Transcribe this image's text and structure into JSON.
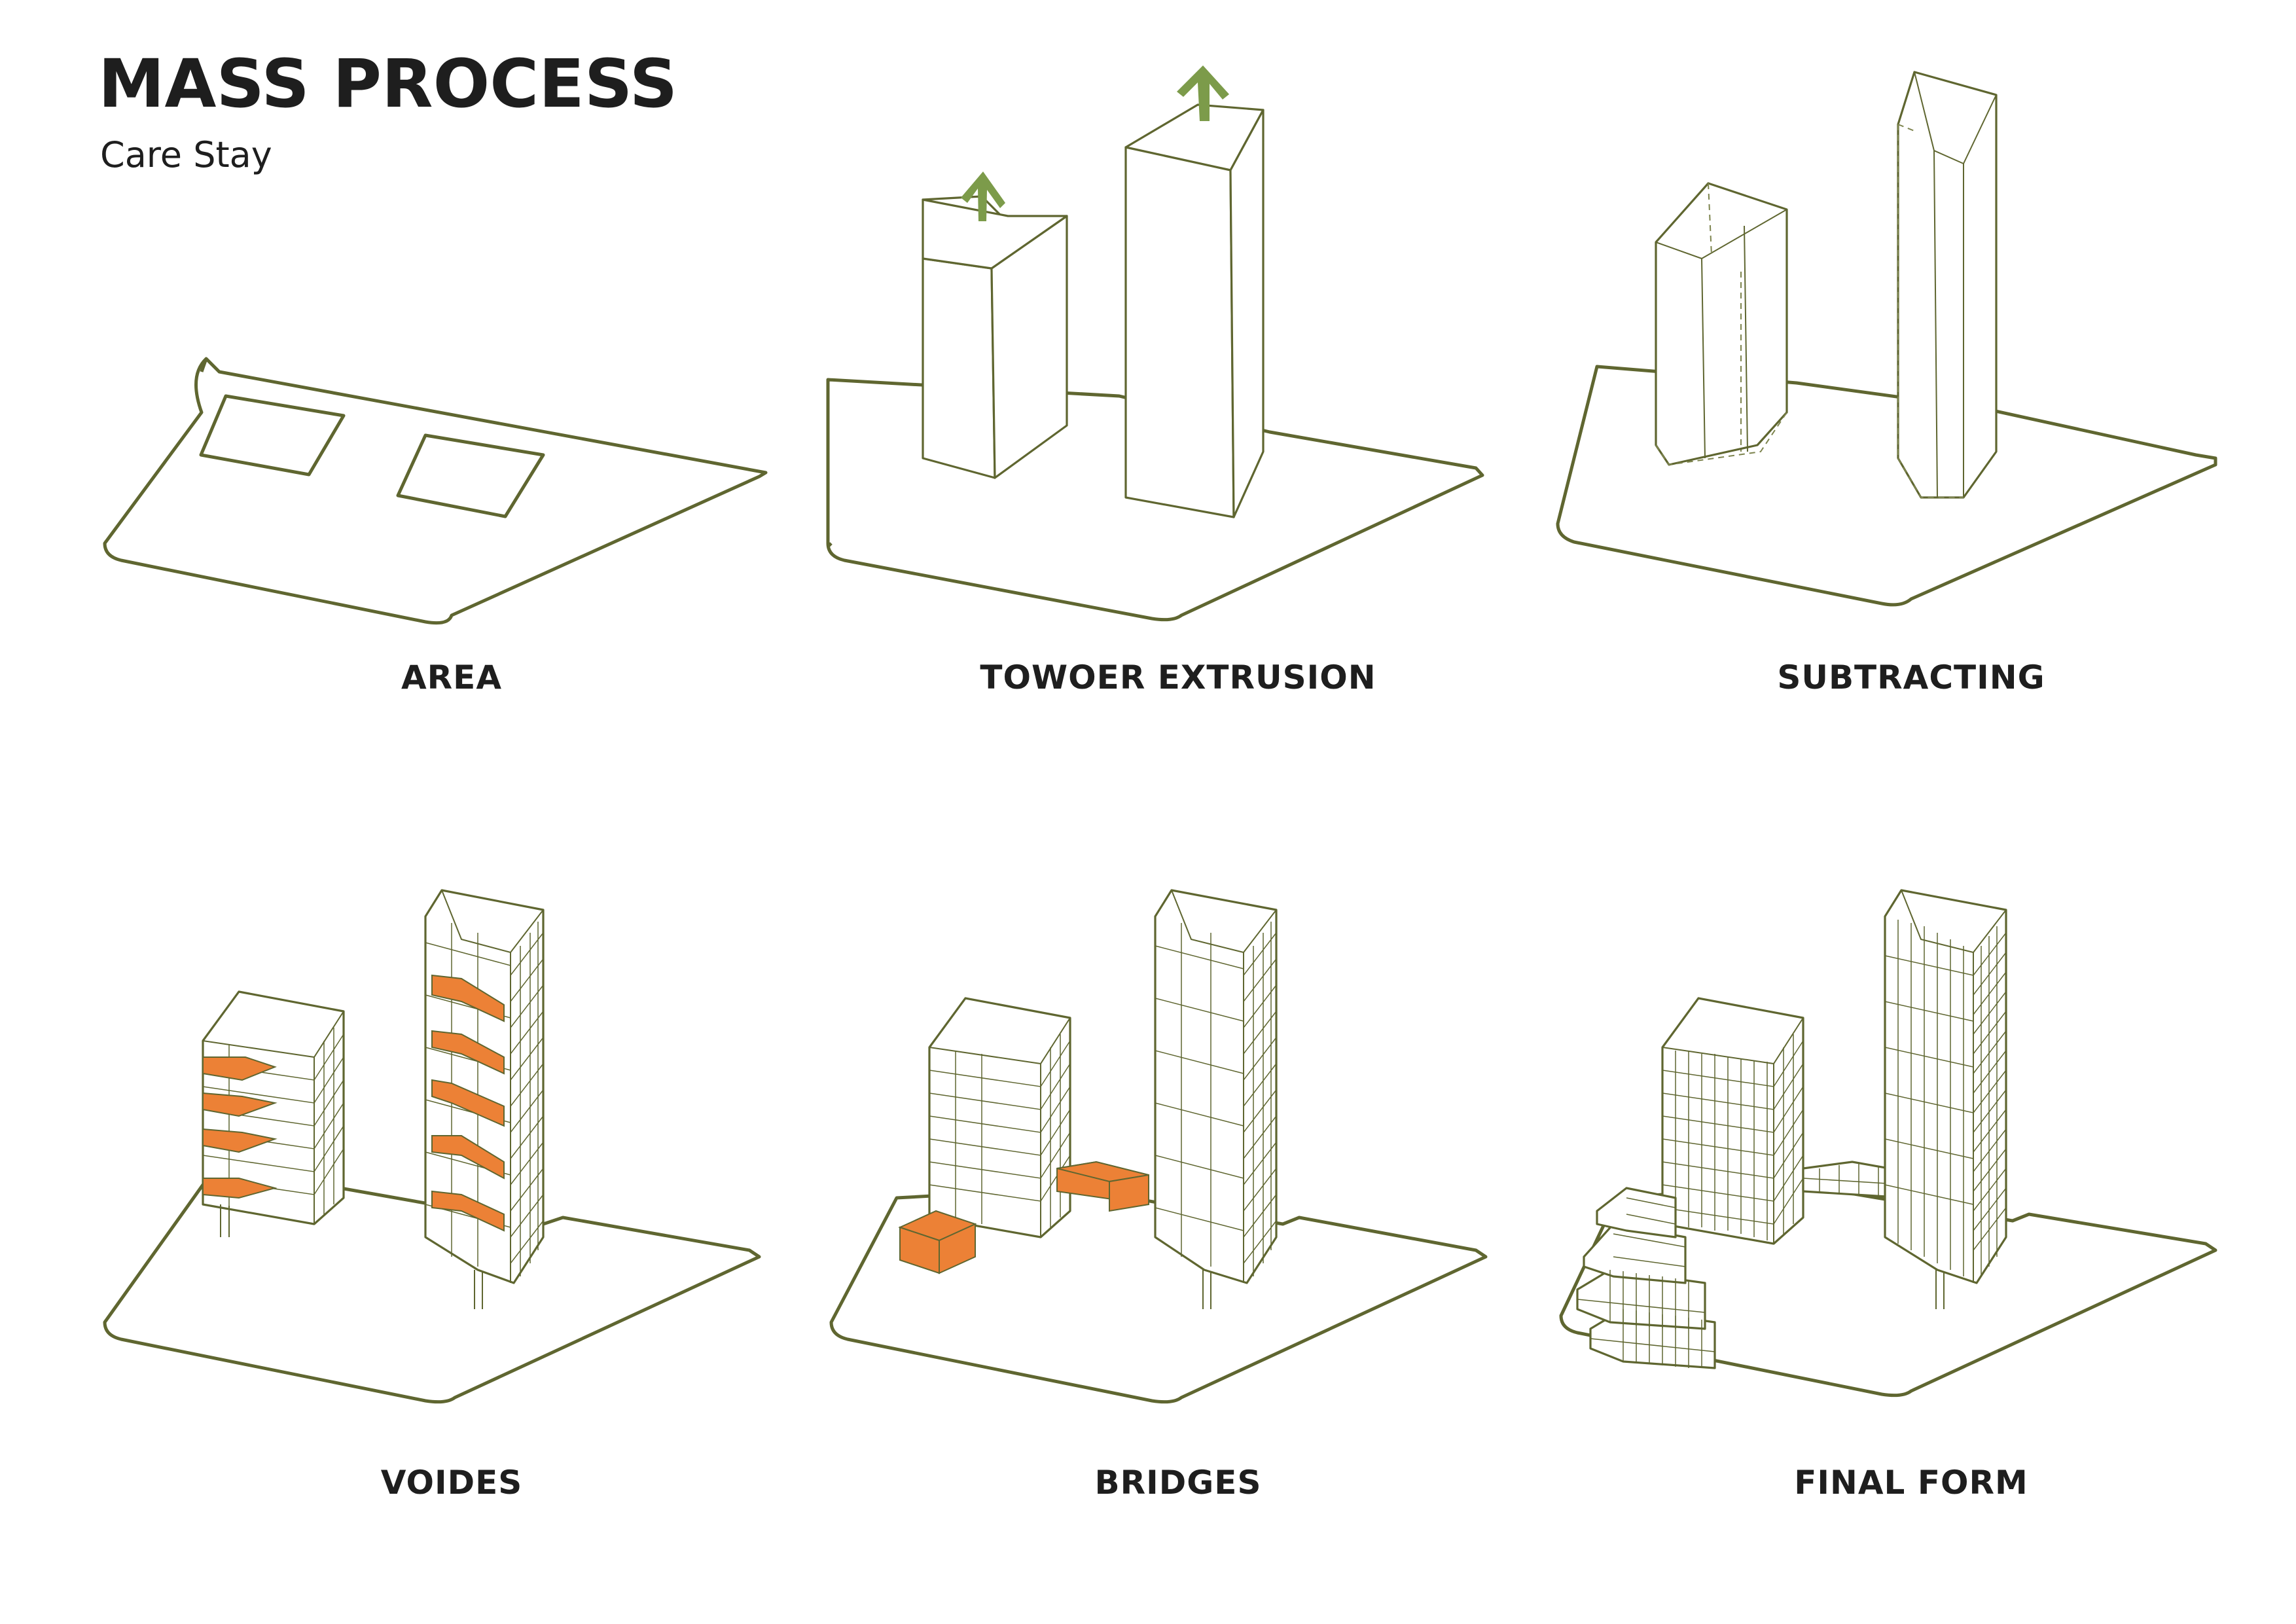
{
  "header": {
    "title": "MASS PROCESS",
    "subtitle": "Care Stay"
  },
  "steps": [
    {
      "label": "AREA"
    },
    {
      "label": "TOWOER EXTRUSION"
    },
    {
      "label": "SUBTRACTING"
    },
    {
      "label": "VOIDES"
    },
    {
      "label": "BRIDGES"
    },
    {
      "label": "FINAL FORM"
    }
  ],
  "colors": {
    "line": "#5f6630",
    "arrow": "#7c9b4a",
    "accent_orange": "#ec8136",
    "text": "#1e1e1e",
    "background": "#ffffff"
  },
  "icons": [
    "up-arrow-icon"
  ]
}
